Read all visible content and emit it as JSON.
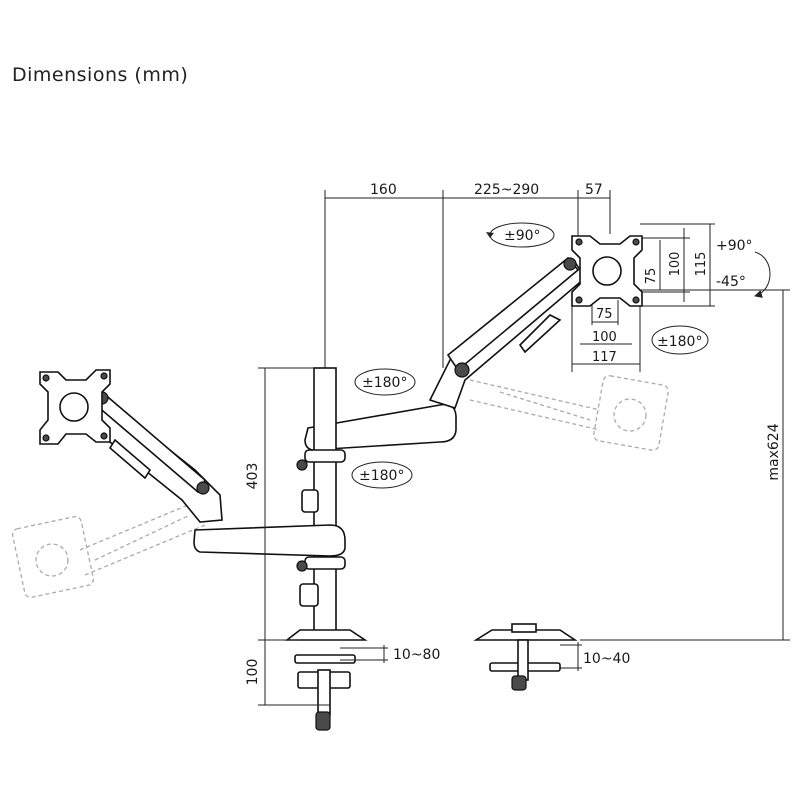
{
  "title": "Dimensions (mm)",
  "dimensions": {
    "arm_segment_1": "160",
    "arm_segment_2": "225~290",
    "plate_offset": "57",
    "vesa_height_small": "75",
    "vesa_height_medium": "100",
    "vesa_height_plate": "115",
    "vesa_width_small": "75",
    "vesa_width_medium": "100",
    "vesa_width_plate": "117",
    "pole_height": "403",
    "max_height": "max624",
    "base_height": "100",
    "clamp_range": "10~80",
    "grommet_range": "10~40"
  },
  "rotations": {
    "swivel_plate": "±90°",
    "tilt_up": "+90°",
    "tilt_down": "-45°",
    "rotate_plate": "±180°",
    "rotate_upper_arm": "±180°",
    "rotate_pole_joint": "±180°"
  }
}
